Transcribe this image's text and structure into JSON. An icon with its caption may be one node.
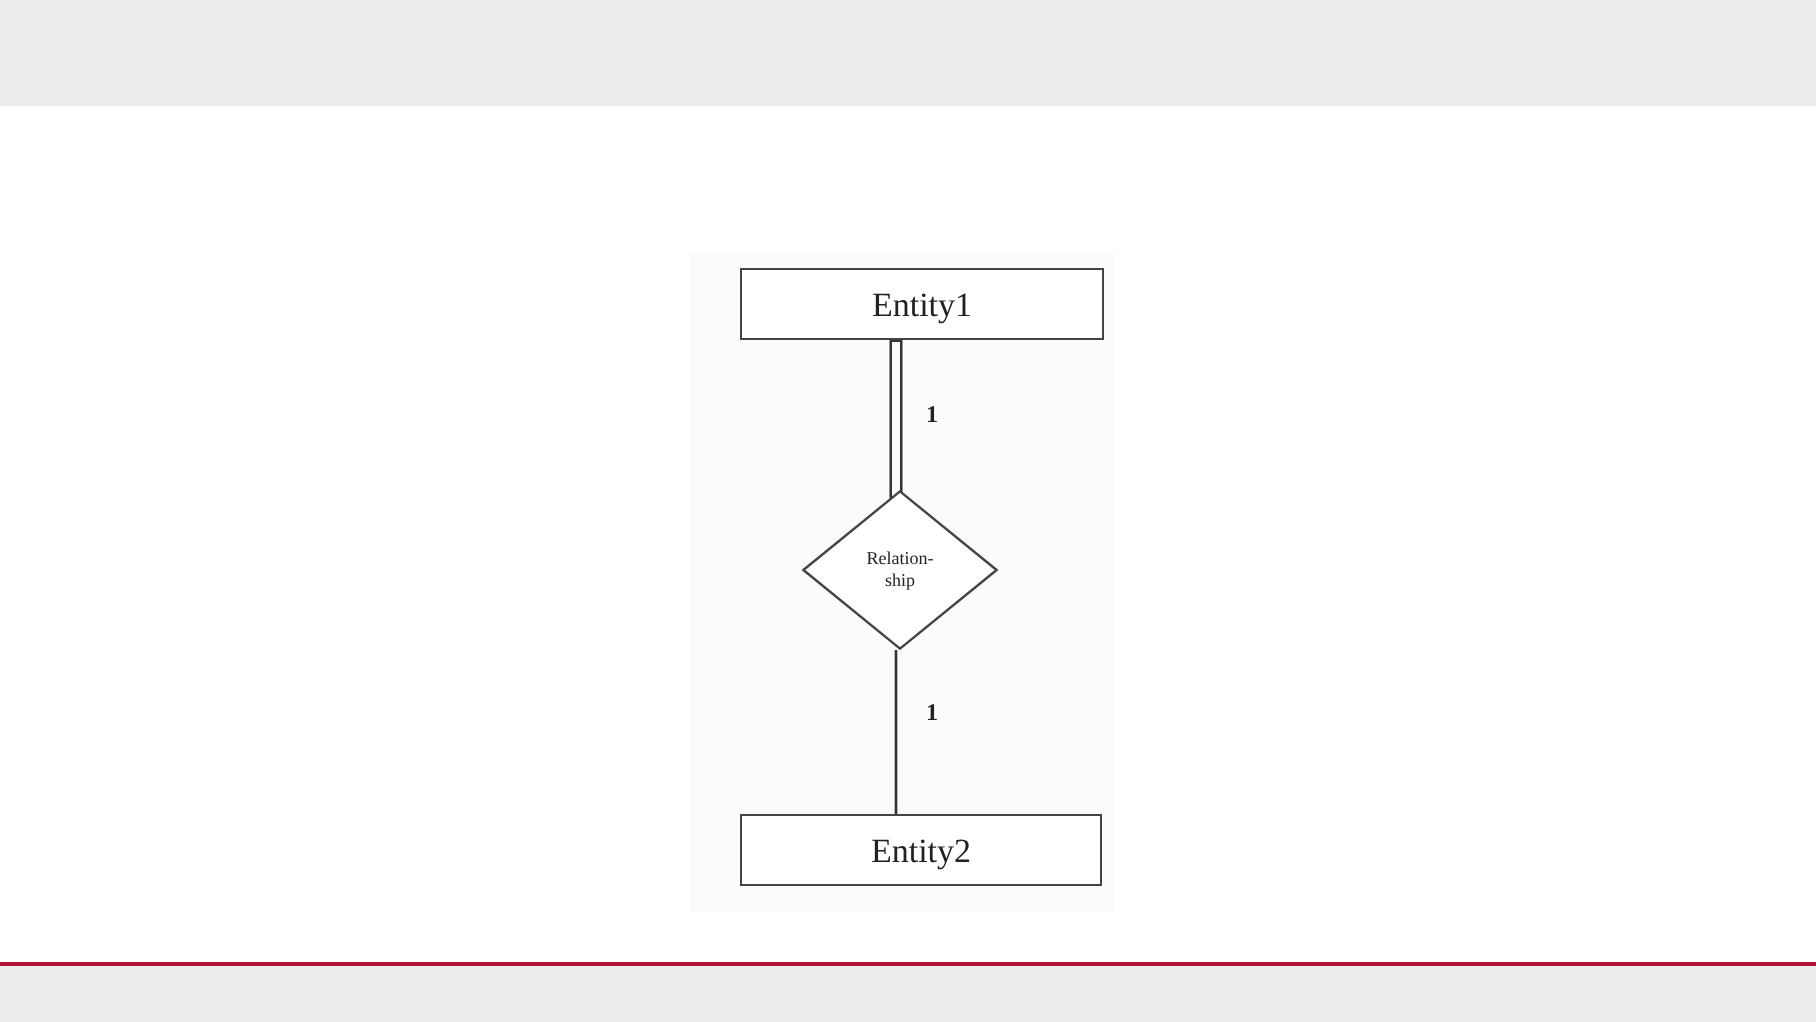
{
  "diagram": {
    "nodes": [
      {
        "text": [
          "Entity1"
        ]
      },
      {
        "text": [
          "Relation- ship"
        ]
      },
      {
        "text": [
          "Entity2"
        ]
      }
    ],
    "edges": [
      {
        "from": 0,
        "to": 1,
        "arrow": "none",
        "label": "1",
        "style": "thick"
      },
      {
        "from": 1,
        "to": 2,
        "arrow": "none",
        "label": "1"
      }
    ]
  }
}
